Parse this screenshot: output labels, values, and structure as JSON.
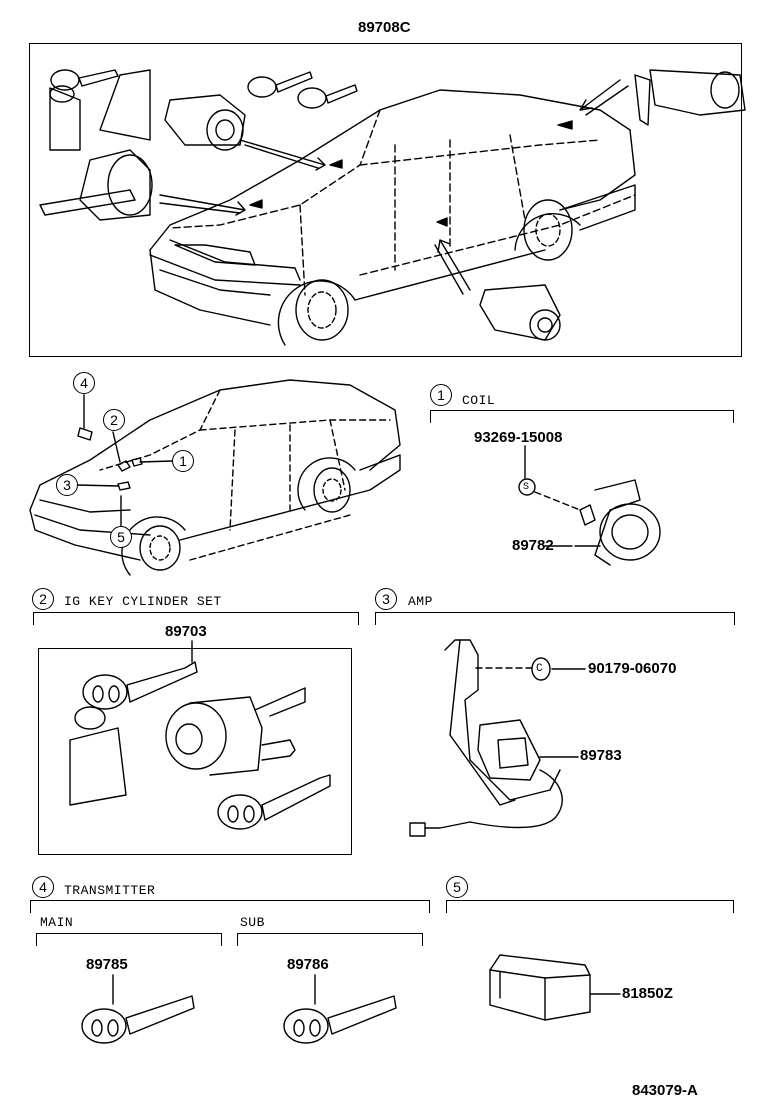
{
  "header_part": "89708C",
  "footer_code": "843079-A",
  "callouts": {
    "n1": "1",
    "n2": "2",
    "n3": "3",
    "n4": "4",
    "n5": "5"
  },
  "sections": {
    "coil": {
      "number": "1",
      "title": "COIL",
      "parts": [
        "93269-15008",
        "89782"
      ]
    },
    "ig_key_cylinder_set": {
      "number": "2",
      "title": "IG KEY CYLINDER SET",
      "parts": [
        "89703"
      ]
    },
    "amp": {
      "number": "3",
      "title": "AMP",
      "parts": [
        "90179-06070",
        "89783"
      ]
    },
    "transmitter": {
      "number": "4",
      "title": "TRANSMITTER",
      "main": {
        "title": "MAIN",
        "part": "89785"
      },
      "sub": {
        "title": "SUB",
        "part": "89786"
      }
    },
    "unit5": {
      "number": "5",
      "parts": [
        "81850Z"
      ]
    }
  },
  "coil_marker": "S",
  "amp_marker": "C"
}
